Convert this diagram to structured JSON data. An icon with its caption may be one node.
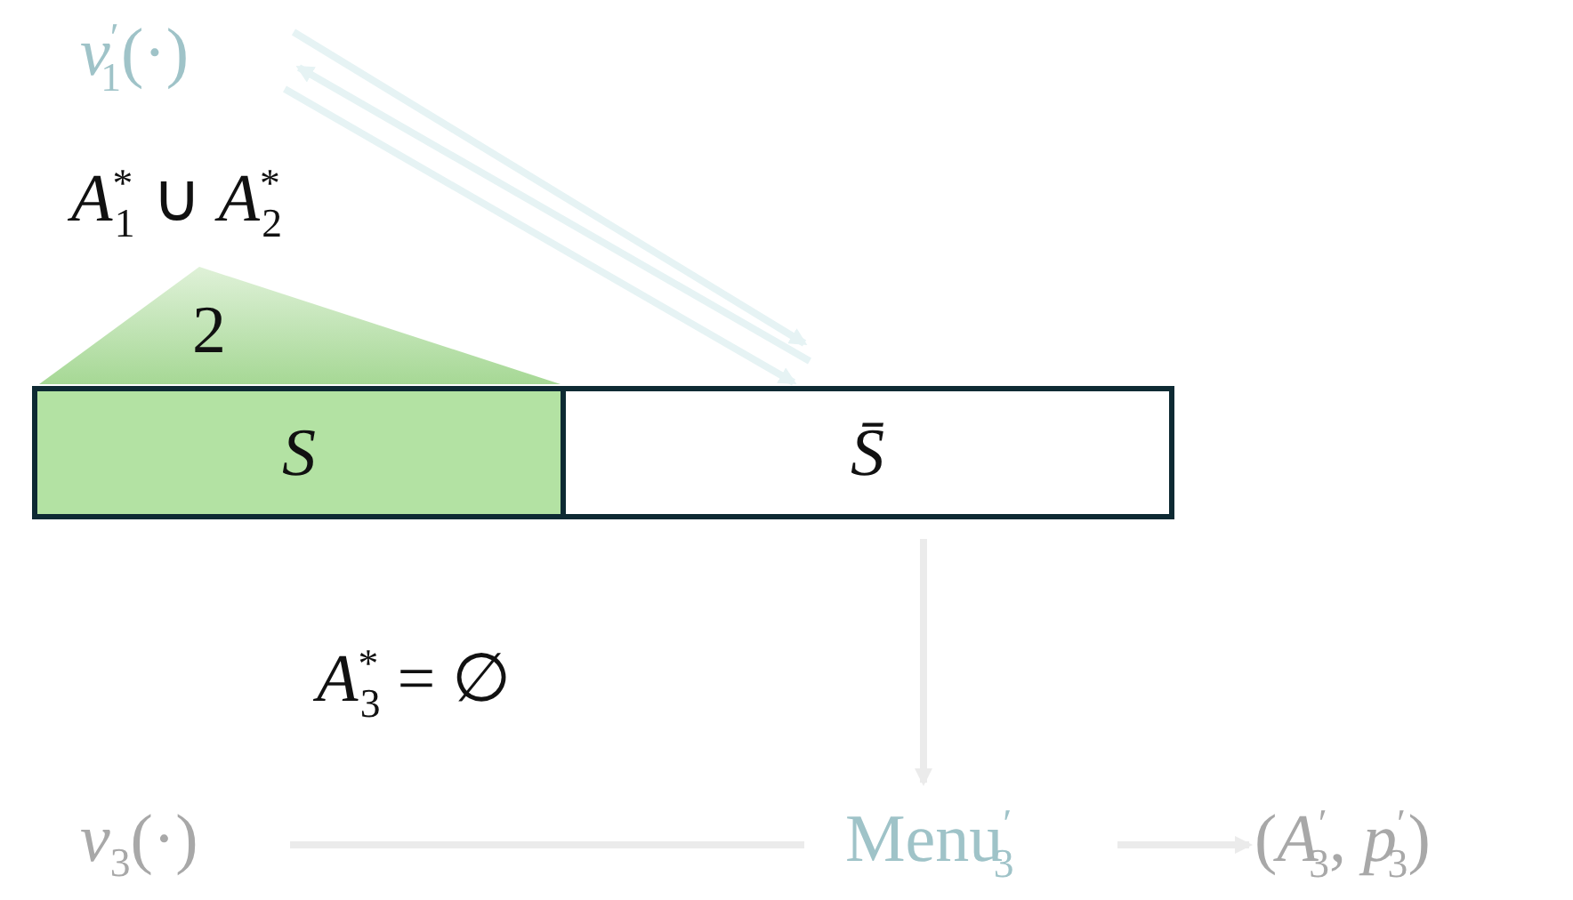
{
  "diagram": {
    "nodes": [
      {
        "text": [
          "*v*$^{′}$$_{1}$(·)"
        ]
      },
      {
        "text": [
          "2"
        ],
        "beside": [
          "*A*$^{*}$$_{1}$ ∪ *A*$^{*}$$_{2}$"
        ]
      },
      {
        "text": [
          "*S*"
        ]
      },
      {
        "text": [
          "*S̄*"
        ]
      },
      {
        "text": [
          "*v*$_{3}$(·)"
        ]
      },
      {
        "text": [
          "Menu$^{′}$$_{3}$"
        ]
      },
      {
        "text": [
          "(*A*$^{′}$$_{3}$, *p*$^{′}$$_{3}$)"
        ]
      }
    ],
    "edges": [
      {
        "from": 0,
        "to": 3,
        "arrow": "to",
        "color": "#e6f3f4"
      },
      {
        "from": 3,
        "to": 0,
        "arrow": "to",
        "color": "#e6f3f4"
      },
      {
        "from": 0,
        "to": 3,
        "arrow": "to",
        "color": "#e6f3f4"
      },
      {
        "from": 3,
        "to": 5,
        "arrow": "to"
      },
      {
        "from": 4,
        "to": 5,
        "arrow": "none"
      },
      {
        "from": 5,
        "to": 6,
        "arrow": "to"
      }
    ],
    "labels": [
      "*A*$^{*}$$_{3}$ = ∅"
    ]
  }
}
